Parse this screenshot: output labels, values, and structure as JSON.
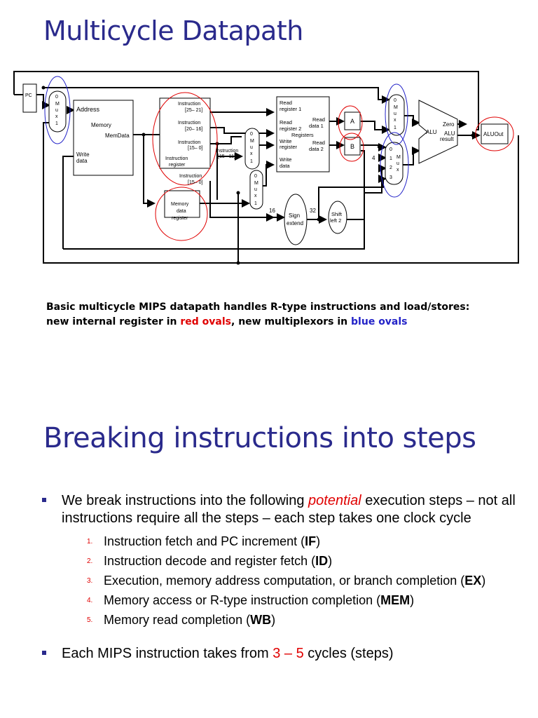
{
  "title1": "Multicycle Datapath",
  "diagram": {
    "pc": "PC",
    "mux0": [
      "0",
      "M",
      "u",
      "x",
      "1"
    ],
    "memory": {
      "address": "Address",
      "memory": "Memory",
      "memdata": "MemData",
      "write": "Write",
      "data": "data"
    },
    "ir": {
      "f1": "Instruction",
      "f1b": "[25– 21]",
      "f2": "Instruction",
      "f2b": "[20– 16]",
      "f3": "Instruction",
      "f3b": "[15– 0]",
      "reg1": "Instruction",
      "reg2": "register",
      "f4": "Instruction",
      "f4b": "[15– 0]"
    },
    "ir_15_11": {
      "a": "Instruction",
      "b": "[15– 11]"
    },
    "mdr": {
      "a": "Memory",
      "b": "data",
      "c": "register"
    },
    "mux_letters": [
      "0",
      "M",
      "u",
      "x",
      "1"
    ],
    "regs": {
      "rr1a": "Read",
      "rr1b": "register 1",
      "rr2a": "Read",
      "rr2b": "register 2",
      "registers": "Registers",
      "wra": "Write",
      "wrb": "register",
      "wda": "Write",
      "wdb": "data",
      "rd1a": "Read",
      "rd1b": "data 1",
      "rd2a": "Read",
      "rd2b": "data 2"
    },
    "a": "A",
    "b": "B",
    "sign": {
      "a": "Sign",
      "b": "extend",
      "in": "16",
      "out": "32"
    },
    "shift": {
      "a": "Shift",
      "b": "left 2"
    },
    "four": "4",
    "mux4": [
      "0",
      "1",
      "2",
      "3"
    ],
    "mux4_label": [
      "M",
      "u",
      "x"
    ],
    "alu": {
      "name": "ALU",
      "zero": "Zero",
      "result_a": "ALU",
      "result_b": "result"
    },
    "aluout": "ALUOut"
  },
  "caption": {
    "part1": "Basic multicycle MIPS datapath handles R-type instructions and load/stores:",
    "part2": "new internal register in ",
    "red": "red ovals",
    "part3": ", new multiplexors in ",
    "blue": "blue ovals"
  },
  "title2": "Breaking instructions into steps",
  "bullet1": {
    "pre": "We break instructions into the following ",
    "emph": "potential",
    "post": " execution steps – not all instructions require all the steps – each step takes one clock cycle"
  },
  "steps": [
    {
      "num": "1.",
      "text": "Instruction fetch and PC increment (",
      "abbr": "IF",
      "end": ")"
    },
    {
      "num": "2.",
      "text": "Instruction decode and register fetch (",
      "abbr": "ID",
      "end": ")"
    },
    {
      "num": "3.",
      "text": "Execution, memory address computation, or branch completion (",
      "abbr": "EX",
      "end": ")"
    },
    {
      "num": "4.",
      "text": "Memory access or R-type instruction completion (",
      "abbr": "MEM",
      "end": ")"
    },
    {
      "num": "5.",
      "text": "Memory read completion (",
      "abbr": "WB",
      "end": ")"
    }
  ],
  "bullet2": {
    "pre": "Each MIPS instruction takes from ",
    "range": "3 – 5",
    "post": " cycles (steps)"
  },
  "colors": {
    "title": "#2a2a8c",
    "red_oval": "#e00000",
    "blue_oval": "#2323c8"
  }
}
